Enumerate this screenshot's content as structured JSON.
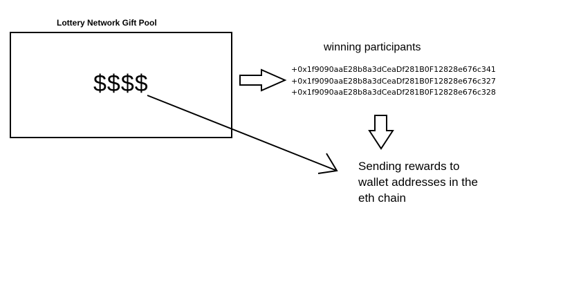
{
  "diagram": {
    "title": "Lottery Network Gift Pool",
    "pool_symbol": "$$$$",
    "winners_heading": "winning participants",
    "winners": [
      "+0x1f9090aaE28b8a3dCeaDf281B0F12828e676c341",
      "+0x1f9090aaE28b8a3dCeaDf281B0F12828e676c327",
      "+0x1f9090aaE28b8a3dCeaDf281B0F12828e676c328"
    ],
    "outcome_lines": [
      "Sending rewards to",
      "wallet addresses in the",
      "eth chain"
    ]
  }
}
